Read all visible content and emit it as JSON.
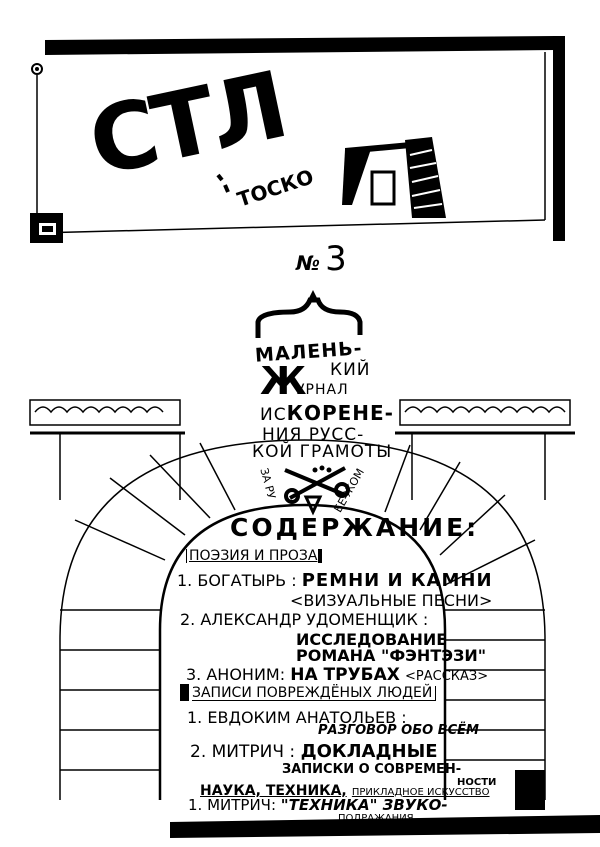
{
  "masthead": {
    "logo_text": "СТЛ",
    "logo_suffix": "ТОСКО",
    "issue_label": "№",
    "issue_number": "3"
  },
  "subtitle": {
    "line1": "МАЛЕНЬ-",
    "line2": "КИЙ",
    "big_letter": "Ж",
    "line3": "УРНАЛ",
    "line4a": "ИС",
    "line4b": "КОРЕНЕ-",
    "line5": "НИЯ РУСС-",
    "line6": "КОЙ ГРАМОТЫ",
    "emblem_left": "ЗА РУ",
    "emblem_right": "БЕ-ЖОМ"
  },
  "contents": {
    "heading": "СОДЕРЖАНИЕ:",
    "sections": [
      {
        "title": "ПОЭЗИЯ И ПРОЗА",
        "items": [
          {
            "author": "1. БОГАТЫРЬ :",
            "work": "РЕМНИ И КАМНИ",
            "note": "<ВИЗУАЛЬНЫЕ ПЕСНИ>"
          },
          {
            "author": "2. АЛЕКСАНДР УДОМЕНЩИК :",
            "work": "ИССЛЕДОВАНИЕ",
            "work2": "РОМАНА \"ФЭНТЭЗИ\""
          },
          {
            "author": "3. АНОНИМ:",
            "work": "НА ТРУБАХ",
            "note": "<РАССКАЗ>"
          }
        ]
      },
      {
        "title": "ЗАПИСИ ПОВРЕЖДЁНЫХ ЛЮДЕЙ",
        "items": [
          {
            "author": "1. ЕВДОКИМ АНАТОЛЬЕВ :",
            "work": "РАЗГОВОР ОБО ВСЁМ"
          },
          {
            "author": "2. МИТРИЧ :",
            "work": "ДОКЛАДНЫЕ",
            "work2": "ЗАПИСКИ О СОВРЕМЕН-",
            "work3": "НОСТИ"
          }
        ]
      },
      {
        "title": "НАУКА, ТЕХНИКА,",
        "title2": "ПРИКЛАДНОЕ ИСКУССТВО",
        "items": [
          {
            "author": "1. МИТРИЧ:",
            "work": "\"ТЕХНИКА\" ЗВУКО-",
            "work2": "ПОДРАЖАНИЯ"
          }
        ]
      }
    ]
  }
}
